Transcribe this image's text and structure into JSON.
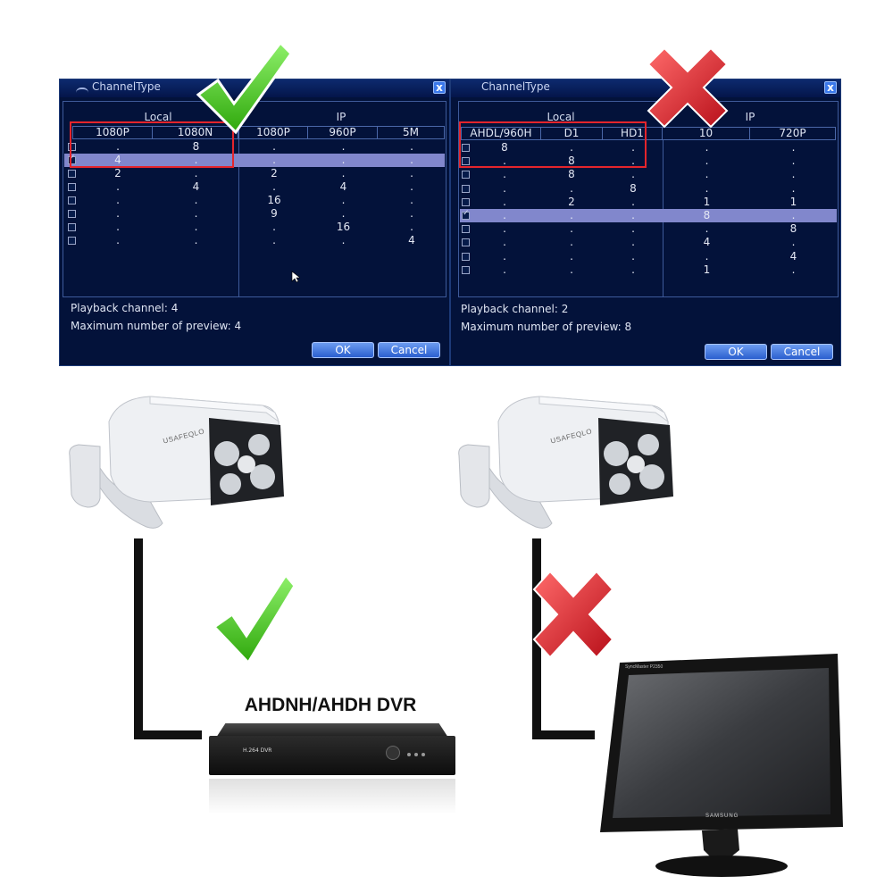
{
  "left_dialog": {
    "title": "ChannelType",
    "close_label": "x",
    "local_label": "Local",
    "ip_label": "IP",
    "local_cols": [
      "1080P",
      "1080N"
    ],
    "ip_cols": [
      "1080P",
      "960P",
      "5M"
    ],
    "rows": [
      {
        "checked": false,
        "selected": false,
        "cells": [
          ".",
          "8",
          ".",
          ".",
          "."
        ]
      },
      {
        "checked": true,
        "selected": true,
        "cells": [
          "4",
          ".",
          ".",
          ".",
          "."
        ]
      },
      {
        "checked": false,
        "selected": false,
        "cells": [
          "2",
          ".",
          "2",
          ".",
          "."
        ]
      },
      {
        "checked": false,
        "selected": false,
        "cells": [
          ".",
          "4",
          ".",
          "4",
          "."
        ]
      },
      {
        "checked": false,
        "selected": false,
        "cells": [
          ".",
          ".",
          "16",
          ".",
          "."
        ]
      },
      {
        "checked": false,
        "selected": false,
        "cells": [
          ".",
          ".",
          "9",
          ".",
          "."
        ]
      },
      {
        "checked": false,
        "selected": false,
        "cells": [
          ".",
          ".",
          ".",
          "16",
          "."
        ]
      },
      {
        "checked": false,
        "selected": false,
        "cells": [
          ".",
          ".",
          ".",
          ".",
          "4"
        ]
      }
    ],
    "playback": "Playback channel: 4",
    "max_preview": "Maximum number of preview: 4",
    "ok_label": "OK",
    "cancel_label": "Cancel",
    "status_color": "#39c414"
  },
  "right_dialog": {
    "title": "ChannelType",
    "close_label": "x",
    "local_label": "Local",
    "ip_label": "IP",
    "local_cols": [
      "AHDL/960H",
      "D1",
      "HD1"
    ],
    "ip_cols": [
      "10",
      "720P"
    ],
    "rows": [
      {
        "checked": false,
        "selected": false,
        "cells": [
          "8",
          ".",
          ".",
          ".",
          "."
        ]
      },
      {
        "checked": false,
        "selected": false,
        "cells": [
          ".",
          "8",
          ".",
          ".",
          "."
        ]
      },
      {
        "checked": false,
        "selected": false,
        "cells": [
          ".",
          "8",
          ".",
          ".",
          "."
        ]
      },
      {
        "checked": false,
        "selected": false,
        "cells": [
          ".",
          ".",
          "8",
          ".",
          "."
        ]
      },
      {
        "checked": false,
        "selected": false,
        "cells": [
          ".",
          "2",
          ".",
          "1",
          "1"
        ]
      },
      {
        "checked": true,
        "selected": true,
        "cells": [
          ".",
          ".",
          ".",
          "8",
          "."
        ]
      },
      {
        "checked": false,
        "selected": false,
        "cells": [
          ".",
          ".",
          ".",
          ".",
          "8"
        ]
      },
      {
        "checked": false,
        "selected": false,
        "cells": [
          ".",
          ".",
          ".",
          "4",
          "."
        ]
      },
      {
        "checked": false,
        "selected": false,
        "cells": [
          ".",
          ".",
          ".",
          ".",
          "4"
        ]
      },
      {
        "checked": false,
        "selected": false,
        "cells": [
          ".",
          ".",
          ".",
          "1",
          "."
        ]
      }
    ],
    "playback": "Playback channel: 2",
    "max_preview": "Maximum number of preview: 8",
    "ok_label": "OK",
    "cancel_label": "Cancel",
    "status_color": "#e0262c"
  },
  "scene": {
    "camera_brand": "USAFEQLO",
    "dvr_title": "AHDNH/AHDH DVR",
    "dvr_label": "H.264 DVR",
    "monitor_brand": "SAMSUNG",
    "monitor_model": "SyncMaster P2350"
  }
}
